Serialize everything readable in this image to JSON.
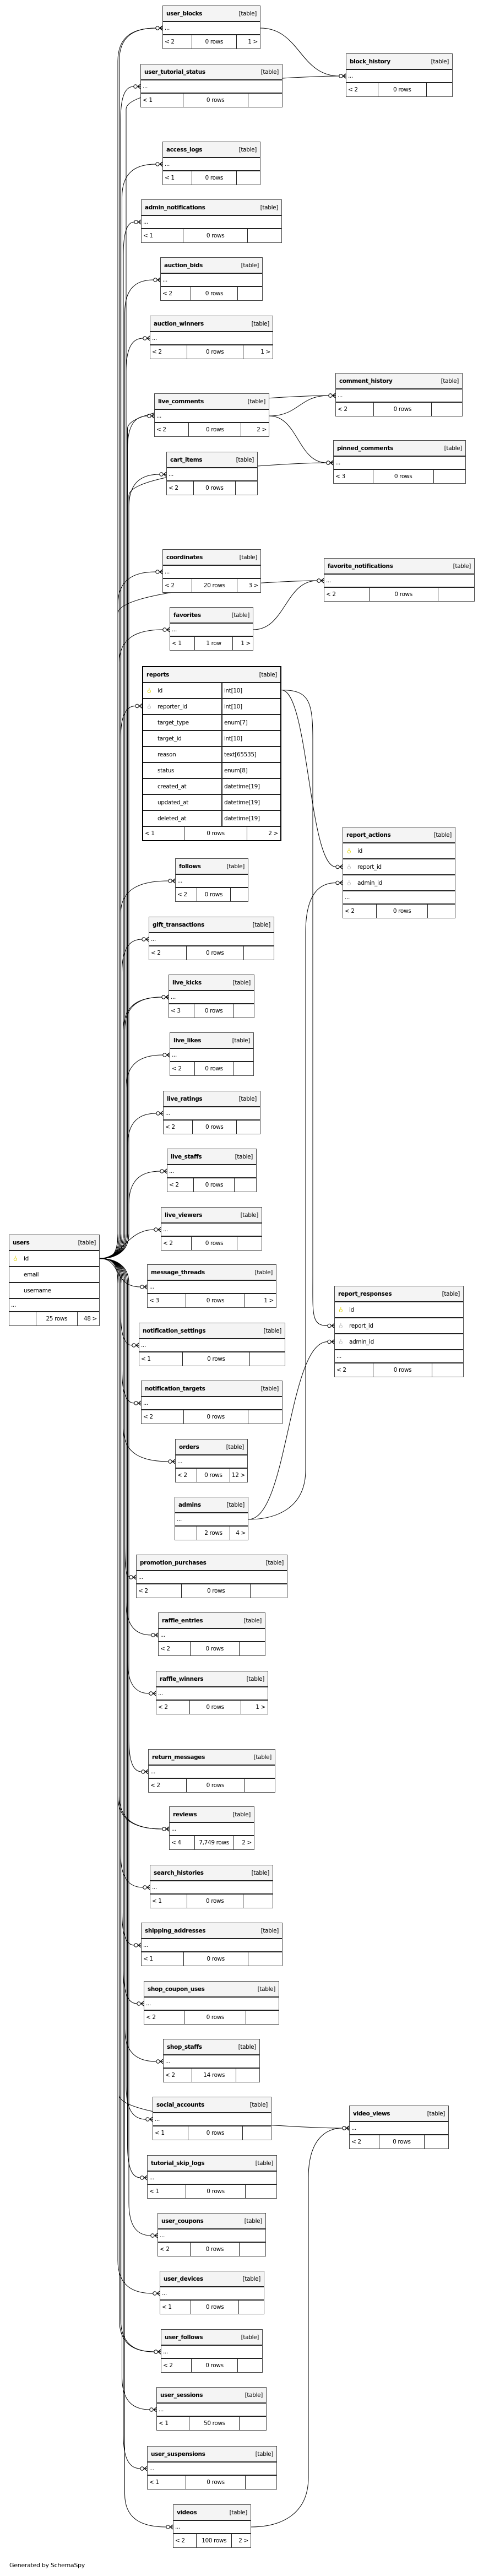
{
  "tables": [
    {
      "id": "user_blocks",
      "name": "user_blocks",
      "type": "[table]",
      "footer": [
        "< 2",
        "0 rows",
        "1 >"
      ]
    },
    {
      "id": "block_history",
      "name": "block_history",
      "type": "[table]",
      "footer": [
        "< 2",
        "0 rows",
        ""
      ]
    },
    {
      "id": "user_tutorial_status",
      "name": "user_tutorial_status",
      "type": "[table]",
      "footer": [
        "< 1",
        "0 rows",
        ""
      ]
    },
    {
      "id": "access_logs",
      "name": "access_logs",
      "type": "[table]",
      "footer": [
        "< 1",
        "0 rows",
        ""
      ]
    },
    {
      "id": "admin_notifications",
      "name": "admin_notifications",
      "type": "[table]",
      "footer": [
        "< 1",
        "0 rows",
        ""
      ]
    },
    {
      "id": "auction_bids",
      "name": "auction_bids",
      "type": "[table]",
      "footer": [
        "< 2",
        "0 rows",
        ""
      ]
    },
    {
      "id": "auction_winners",
      "name": "auction_winners",
      "type": "[table]",
      "footer": [
        "< 2",
        "0 rows",
        "1 >"
      ]
    },
    {
      "id": "comment_history",
      "name": "comment_history",
      "type": "[table]",
      "footer": [
        "< 2",
        "0 rows",
        ""
      ]
    },
    {
      "id": "live_comments",
      "name": "live_comments",
      "type": "[table]",
      "footer": [
        "< 2",
        "0 rows",
        "2 >"
      ]
    },
    {
      "id": "pinned_comments",
      "name": "pinned_comments",
      "type": "[table]",
      "footer": [
        "< 3",
        "0 rows",
        ""
      ]
    },
    {
      "id": "cart_items",
      "name": "cart_items",
      "type": "[table]",
      "footer": [
        "< 2",
        "0 rows",
        ""
      ]
    },
    {
      "id": "coordinates",
      "name": "coordinates",
      "type": "[table]",
      "footer": [
        "< 2",
        "20 rows",
        "3 >"
      ]
    },
    {
      "id": "favorite_notifications",
      "name": "favorite_notifications",
      "type": "[table]",
      "footer": [
        "< 2",
        "0 rows",
        ""
      ]
    },
    {
      "id": "favorites",
      "name": "favorites",
      "type": "[table]",
      "footer": [
        "< 1",
        "1 row",
        "1 >"
      ]
    },
    {
      "id": "reports",
      "name": "reports",
      "type": "[table]",
      "focus": true,
      "columns": [
        {
          "name": "id",
          "type": "int[10]",
          "key": "primary-key"
        },
        {
          "name": "reporter_id",
          "type": "int[10]",
          "key": "foreign-key"
        },
        {
          "name": "target_type",
          "type": "enum[7]",
          "key": "none"
        },
        {
          "name": "target_id",
          "type": "int[10]",
          "key": "none"
        },
        {
          "name": "reason",
          "type": "text[65535]",
          "key": "none"
        },
        {
          "name": "status",
          "type": "enum[8]",
          "key": "none"
        },
        {
          "name": "created_at",
          "type": "datetime[19]",
          "key": "none"
        },
        {
          "name": "updated_at",
          "type": "datetime[19]",
          "key": "none"
        },
        {
          "name": "deleted_at",
          "type": "datetime[19]",
          "key": "none"
        }
      ],
      "noEllipsis": true,
      "footer": [
        "< 1",
        "0 rows",
        "2 >"
      ]
    },
    {
      "id": "report_actions",
      "name": "report_actions",
      "type": "[table]",
      "columns": [
        {
          "name": "id",
          "key": "primary-key"
        },
        {
          "name": "report_id",
          "key": "foreign-key"
        },
        {
          "name": "admin_id",
          "key": "foreign-key"
        }
      ],
      "footer": [
        "< 2",
        "0 rows",
        ""
      ]
    },
    {
      "id": "follows",
      "name": "follows",
      "type": "[table]",
      "footer": [
        "< 2",
        "0 rows",
        ""
      ]
    },
    {
      "id": "gift_transactions",
      "name": "gift_transactions",
      "type": "[table]",
      "footer": [
        "< 2",
        "0 rows",
        ""
      ]
    },
    {
      "id": "live_kicks",
      "name": "live_kicks",
      "type": "[table]",
      "footer": [
        "< 3",
        "0 rows",
        ""
      ]
    },
    {
      "id": "live_likes",
      "name": "live_likes",
      "type": "[table]",
      "footer": [
        "< 2",
        "0 rows",
        ""
      ]
    },
    {
      "id": "live_ratings",
      "name": "live_ratings",
      "type": "[table]",
      "footer": [
        "< 2",
        "0 rows",
        ""
      ]
    },
    {
      "id": "live_staffs",
      "name": "live_staffs",
      "type": "[table]",
      "footer": [
        "< 2",
        "0 rows",
        ""
      ]
    },
    {
      "id": "live_viewers",
      "name": "live_viewers",
      "type": "[table]",
      "footer": [
        "< 2",
        "0 rows",
        ""
      ]
    },
    {
      "id": "users",
      "name": "users",
      "type": "[table]",
      "columns": [
        {
          "name": "id",
          "key": "primary-key"
        },
        {
          "name": "email",
          "key": "none"
        },
        {
          "name": "username",
          "key": "none"
        }
      ],
      "footer": [
        "",
        "25 rows",
        "48 >"
      ]
    },
    {
      "id": "message_threads",
      "name": "message_threads",
      "type": "[table]",
      "footer": [
        "< 3",
        "0 rows",
        "1 >"
      ]
    },
    {
      "id": "report_responses",
      "name": "report_responses",
      "type": "[table]",
      "columns": [
        {
          "name": "id",
          "key": "primary-key"
        },
        {
          "name": "report_id",
          "key": "foreign-key"
        },
        {
          "name": "admin_id",
          "key": "foreign-key"
        }
      ],
      "footer": [
        "< 2",
        "0 rows",
        ""
      ]
    },
    {
      "id": "notification_settings",
      "name": "notification_settings",
      "type": "[table]",
      "footer": [
        "< 1",
        "0 rows",
        ""
      ]
    },
    {
      "id": "notification_targets",
      "name": "notification_targets",
      "type": "[table]",
      "footer": [
        "< 2",
        "0 rows",
        ""
      ]
    },
    {
      "id": "orders",
      "name": "orders",
      "type": "[table]",
      "footer": [
        "< 2",
        "0 rows",
        "12 >"
      ]
    },
    {
      "id": "admins",
      "name": "admins",
      "type": "[table]",
      "footer": [
        "",
        "2 rows",
        "4 >"
      ]
    },
    {
      "id": "promotion_purchases",
      "name": "promotion_purchases",
      "type": "[table]",
      "footer": [
        "< 2",
        "0 rows",
        ""
      ]
    },
    {
      "id": "raffle_entries",
      "name": "raffle_entries",
      "type": "[table]",
      "footer": [
        "< 2",
        "0 rows",
        ""
      ]
    },
    {
      "id": "raffle_winners",
      "name": "raffle_winners",
      "type": "[table]",
      "footer": [
        "< 2",
        "0 rows",
        "1 >"
      ]
    },
    {
      "id": "return_messages",
      "name": "return_messages",
      "type": "[table]",
      "footer": [
        "< 2",
        "0 rows",
        ""
      ]
    },
    {
      "id": "reviews",
      "name": "reviews",
      "type": "[table]",
      "footer": [
        "< 4",
        "7,749 rows",
        "2 >"
      ]
    },
    {
      "id": "search_histories",
      "name": "search_histories",
      "type": "[table]",
      "footer": [
        "< 1",
        "0 rows",
        ""
      ]
    },
    {
      "id": "shipping_addresses",
      "name": "shipping_addresses",
      "type": "[table]",
      "footer": [
        "< 1",
        "0 rows",
        ""
      ]
    },
    {
      "id": "shop_coupon_uses",
      "name": "shop_coupon_uses",
      "type": "[table]",
      "footer": [
        "< 2",
        "0 rows",
        ""
      ]
    },
    {
      "id": "shop_staffs",
      "name": "shop_staffs",
      "type": "[table]",
      "footer": [
        "< 2",
        "14 rows",
        ""
      ]
    },
    {
      "id": "social_accounts",
      "name": "social_accounts",
      "type": "[table]",
      "footer": [
        "< 1",
        "0 rows",
        ""
      ]
    },
    {
      "id": "video_views",
      "name": "video_views",
      "type": "[table]",
      "footer": [
        "< 2",
        "0 rows",
        ""
      ]
    },
    {
      "id": "tutorial_skip_logs",
      "name": "tutorial_skip_logs",
      "type": "[table]",
      "footer": [
        "< 1",
        "0 rows",
        ""
      ]
    },
    {
      "id": "user_coupons",
      "name": "user_coupons",
      "type": "[table]",
      "footer": [
        "< 2",
        "0 rows",
        ""
      ]
    },
    {
      "id": "user_devices",
      "name": "user_devices",
      "type": "[table]",
      "footer": [
        "< 1",
        "0 rows",
        ""
      ]
    },
    {
      "id": "user_follows",
      "name": "user_follows",
      "type": "[table]",
      "footer": [
        "< 2",
        "0 rows",
        ""
      ]
    },
    {
      "id": "user_sessions",
      "name": "user_sessions",
      "type": "[table]",
      "footer": [
        "< 1",
        "50 rows",
        ""
      ]
    },
    {
      "id": "user_suspensions",
      "name": "user_suspensions",
      "type": "[table]",
      "footer": [
        "< 1",
        "0 rows",
        ""
      ]
    },
    {
      "id": "videos",
      "name": "videos",
      "type": "[table]",
      "footer": [
        "< 2",
        "100 rows",
        "2 >"
      ]
    }
  ],
  "ellipsis": "...",
  "credit": "Generated by SchemaSpy",
  "colors": {
    "primary_key": "#e2d400",
    "foreign_key": "#bbbbbb",
    "header_bg": "#f4f4f4"
  }
}
